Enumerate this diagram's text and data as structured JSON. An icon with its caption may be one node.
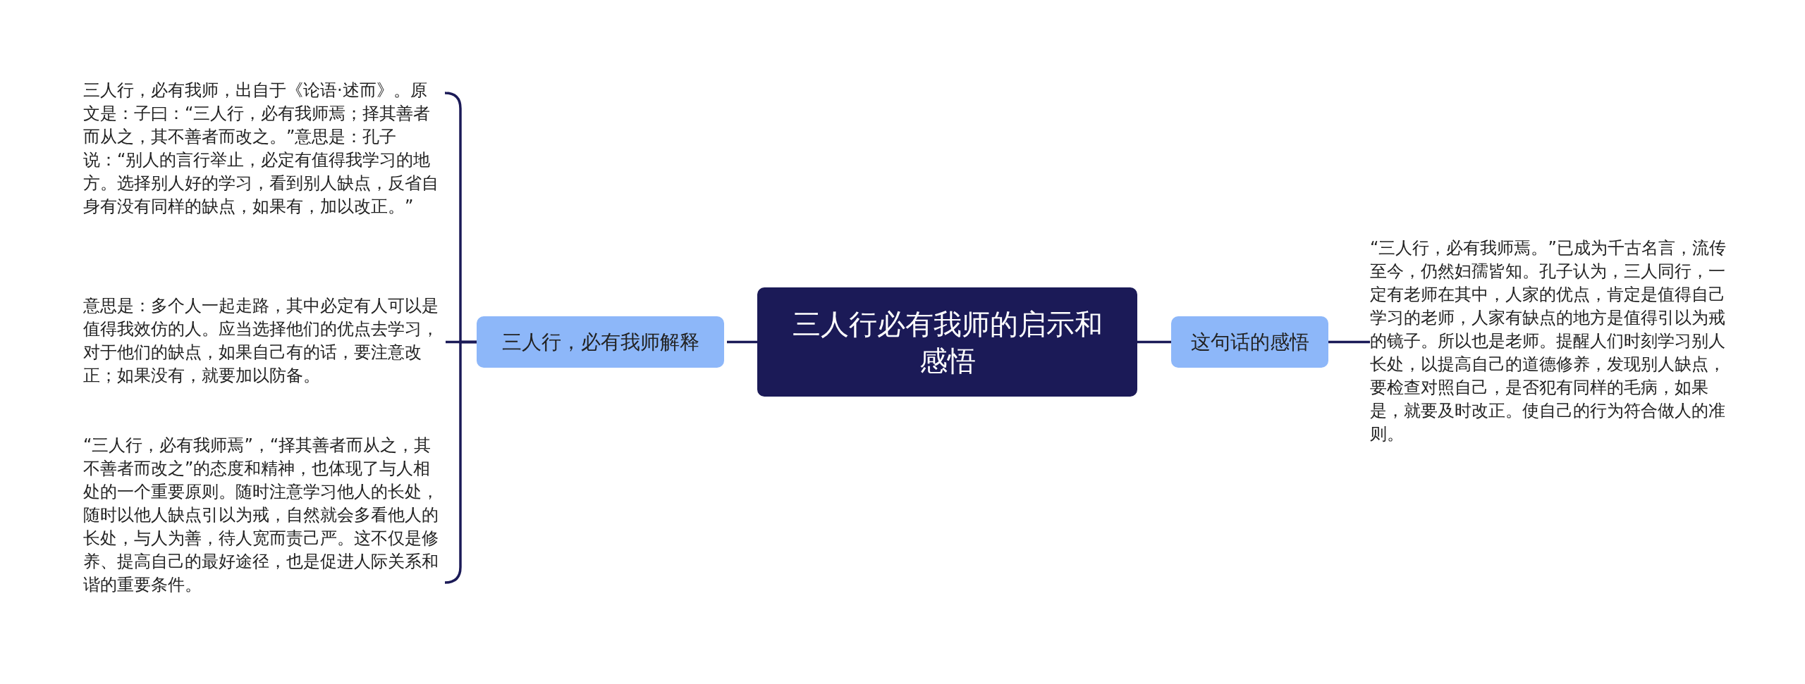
{
  "diagram": {
    "nodes": [
      {
        "text": [
          "三人行必有我师的启示和感悟"
        ]
      },
      {
        "text": [
          "三人行，必有我师解释"
        ]
      },
      {
        "text": [
          "三人行，必有我师，出自于《论语·述而》。原文是：子曰：“三人行，必有我师焉；择其善者而从之，其不善者而改之。”意思是：孔子说：“别人的言行举止，必定有值得我学习的地方。选择别人好的学习，看到别人缺点，反省自身有没有同样的缺点，如果有，加以改正。”"
        ]
      },
      {
        "text": [
          "意思是：多个人一起走路，其中必定有人可以是值得我效仿的人。应当选择他们的优点去学习，对于他们的缺点，如果自己有的话，要注意改正；如果没有，就要加以防备。"
        ]
      },
      {
        "text": [
          "“三人行，必有我师焉”，“择其善者而从之，其不善者而改之”的态度和精神，也体现了与人相处的一个重要原则。随时注意学习他人的长处，随时以他人缺点引以为戒，自然就会多看他人的长处，与人为善，待人宽而责己严。这不仅是修养、提高自己的最好途径，也是促进人际关系和谐的重要条件。"
        ]
      },
      {
        "text": [
          "这句话的感悟"
        ]
      },
      {
        "text": [
          "“三人行，必有我师焉。”已成为千古名言，流传至今，仍然妇孺皆知。孔子认为，三人同行，一定有老师在其中，人家的优点，肯定是值得自己学习的老师，人家有缺点的地方是值得引以为戒的镜子。所以也是老师。提醒人们时刻学习别人长处，以提高自己的道德修养，发现别人缺点，要检查对照自己，是否犯有同样的毛病，如果是，就要及时改正。使自己的行为符合做人的准则。"
        ]
      }
    ],
    "edges": [
      {
        "from": 0,
        "to": 1,
        "arrow": "none"
      },
      {
        "from": 1,
        "to": 2,
        "arrow": "none"
      },
      {
        "from": 1,
        "to": 3,
        "arrow": "none"
      },
      {
        "from": 1,
        "to": 4,
        "arrow": "none"
      },
      {
        "from": 0,
        "to": 5,
        "arrow": "none"
      },
      {
        "from": 5,
        "to": 6,
        "arrow": "none"
      }
    ]
  }
}
